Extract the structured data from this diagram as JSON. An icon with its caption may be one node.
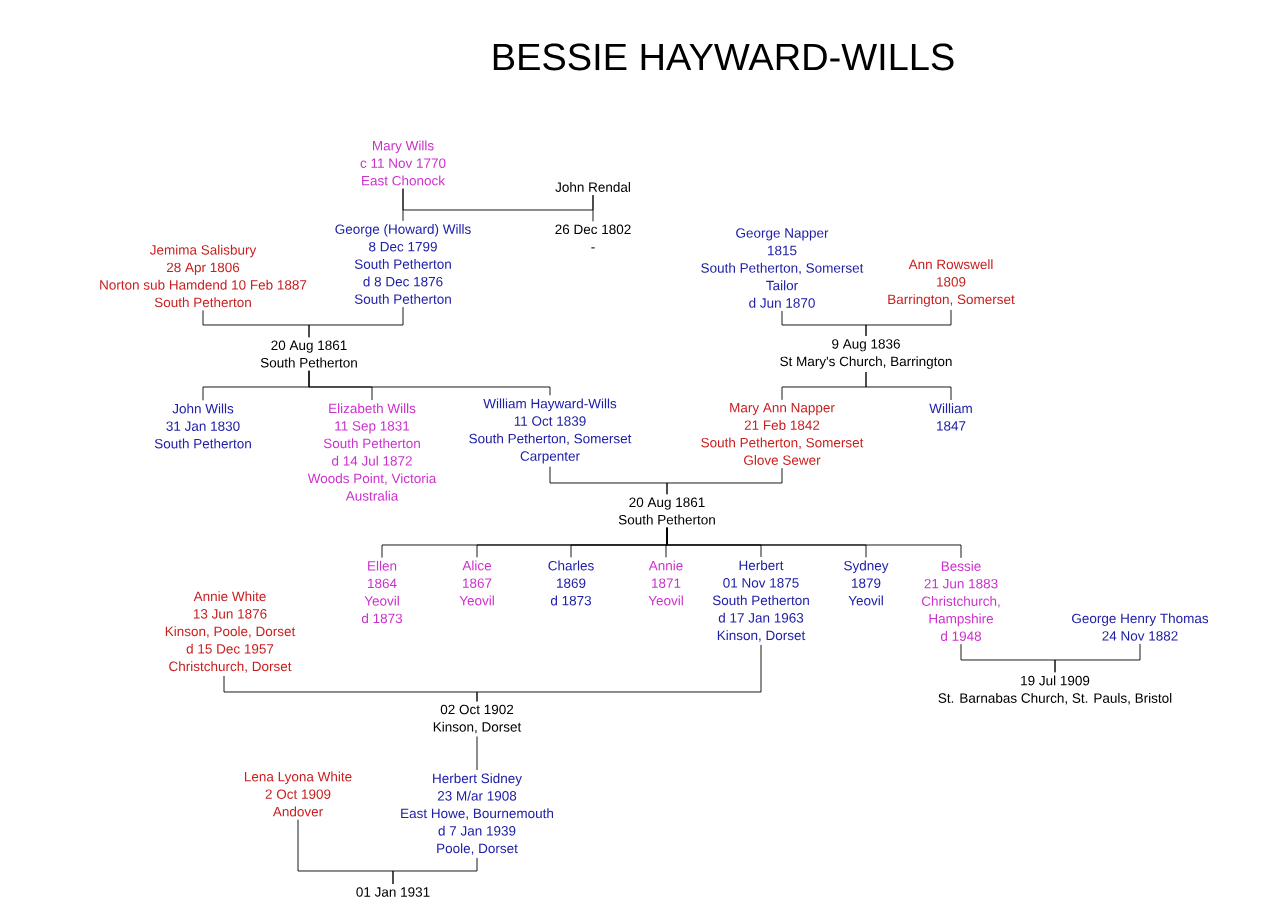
{
  "diagram": {
    "title": "BESSIE HAYWARD-WILLS",
    "nodes": [
      {
        "text": [
          "Mary Wills",
          "c 11 Nov 1770",
          "East Chonock"
        ]
      },
      {
        "text": [
          "John Rendal"
        ]
      },
      {
        "text": [
          "26 Dec 1802",
          "-"
        ]
      },
      {
        "text": [
          "George (Howard) Wills",
          "8 Dec 1799",
          "South Petherton",
          "d 8 Dec 1876",
          "South Petherton"
        ]
      },
      {
        "text": [
          "Jemima Salisbury",
          "28 Apr 1806",
          "Norton sub Hamdend 10 Feb 1887",
          "South Petherton"
        ]
      },
      {
        "text": [
          "20 Aug 1861",
          "South Petherton"
        ]
      },
      {
        "text": [
          "George Napper",
          "1815",
          "South Petherton, Somerset",
          "Tailor",
          "d Jun 1870"
        ]
      },
      {
        "text": [
          "Ann Rowswell",
          "1809",
          "Barrington, Somerset"
        ]
      },
      {
        "text": [
          "9 Aug 1836",
          "St Mary's Church, Barrington"
        ]
      },
      {
        "text": [
          "John Wills",
          "31 Jan 1830",
          "South Petherton"
        ]
      },
      {
        "text": [
          "Elizabeth Wills",
          "11 Sep 1831",
          "South Petherton",
          "d 14 Jul 1872",
          "Woods Point, Victoria",
          "Australia"
        ]
      },
      {
        "text": [
          "William Hayward-Wills",
          "11 Oct 1839",
          "South Petherton, Somerset",
          "Carpenter"
        ]
      },
      {
        "text": [
          "Mary Ann Napper",
          "21 Feb 1842",
          "South Petherton, Somerset",
          "Glove Sewer"
        ]
      },
      {
        "text": [
          "William",
          "1847"
        ]
      },
      {
        "text": [
          "20 Aug 1861",
          "South Petherton"
        ]
      },
      {
        "text": [
          "Ellen",
          "1864",
          "Yeovil",
          "d 1873"
        ]
      },
      {
        "text": [
          "Alice",
          "1867",
          "Yeovil"
        ]
      },
      {
        "text": [
          "Charles",
          "1869",
          "d 1873"
        ]
      },
      {
        "text": [
          "Annie",
          "1871",
          "Yeovil"
        ]
      },
      {
        "text": [
          "Herbert",
          "01 Nov 1875",
          "South Petherton",
          "d 17 Jan 1963",
          "Kinson, Dorset"
        ]
      },
      {
        "text": [
          "Sydney",
          "1879",
          "Yeovil"
        ]
      },
      {
        "text": [
          "Bessie",
          "21 Jun 1883",
          "Christchurch,",
          "Hampshire",
          "d 1948"
        ]
      },
      {
        "text": [
          "George Henry Thomas",
          "24 Nov 1882"
        ]
      },
      {
        "text": [
          "Annie White",
          "13 Jun 1876",
          "Kinson, Poole, Dorset",
          "d 15 Dec 1957",
          "Christchurch, Dorset"
        ]
      },
      {
        "text": [
          "02 Oct 1902",
          "Kinson, Dorset"
        ]
      },
      {
        "text": [
          "19 Jul 1909",
          "St. Barnabas Church, St. Pauls, Bristol"
        ]
      },
      {
        "text": [
          "Lena Lyona White",
          "2 Oct 1909",
          "Andover"
        ]
      },
      {
        "text": [
          "Herbert Sidney",
          "23 M/ar 1908",
          "East Howe, Bournemouth",
          "d 7 Jan 1939",
          "Poole, Dorset"
        ]
      },
      {
        "text": [
          "01 Jan 1931"
        ]
      }
    ],
    "edges": [
      {
        "from": 0,
        "to": 1,
        "arrow": "none"
      },
      {
        "from": 0,
        "to": 3,
        "arrow": "none"
      },
      {
        "from": 1,
        "to": 2,
        "arrow": "none"
      },
      {
        "from": 4,
        "to": 5,
        "arrow": "none"
      },
      {
        "from": 3,
        "to": 5,
        "arrow": "none"
      },
      {
        "from": 5,
        "to": 9,
        "arrow": "none"
      },
      {
        "from": 5,
        "to": 10,
        "arrow": "none"
      },
      {
        "from": 5,
        "to": 11,
        "arrow": "none"
      },
      {
        "from": 6,
        "to": 8,
        "arrow": "none"
      },
      {
        "from": 7,
        "to": 8,
        "arrow": "none"
      },
      {
        "from": 8,
        "to": 12,
        "arrow": "none"
      },
      {
        "from": 8,
        "to": 13,
        "arrow": "none"
      },
      {
        "from": 11,
        "to": 14,
        "arrow": "none"
      },
      {
        "from": 12,
        "to": 14,
        "arrow": "none"
      },
      {
        "from": 14,
        "to": 15,
        "arrow": "none"
      },
      {
        "from": 14,
        "to": 16,
        "arrow": "none"
      },
      {
        "from": 14,
        "to": 17,
        "arrow": "none"
      },
      {
        "from": 14,
        "to": 18,
        "arrow": "none"
      },
      {
        "from": 14,
        "to": 19,
        "arrow": "none"
      },
      {
        "from": 14,
        "to": 20,
        "arrow": "none"
      },
      {
        "from": 14,
        "to": 21,
        "arrow": "none"
      },
      {
        "from": 23,
        "to": 24,
        "arrow": "none"
      },
      {
        "from": 19,
        "to": 24,
        "arrow": "none"
      },
      {
        "from": 21,
        "to": 25,
        "arrow": "none"
      },
      {
        "from": 22,
        "to": 25,
        "arrow": "none"
      },
      {
        "from": 24,
        "to": 27,
        "arrow": "none"
      },
      {
        "from": 26,
        "to": 28,
        "arrow": "none"
      },
      {
        "from": 27,
        "to": 28,
        "arrow": "none"
      }
    ]
  }
}
